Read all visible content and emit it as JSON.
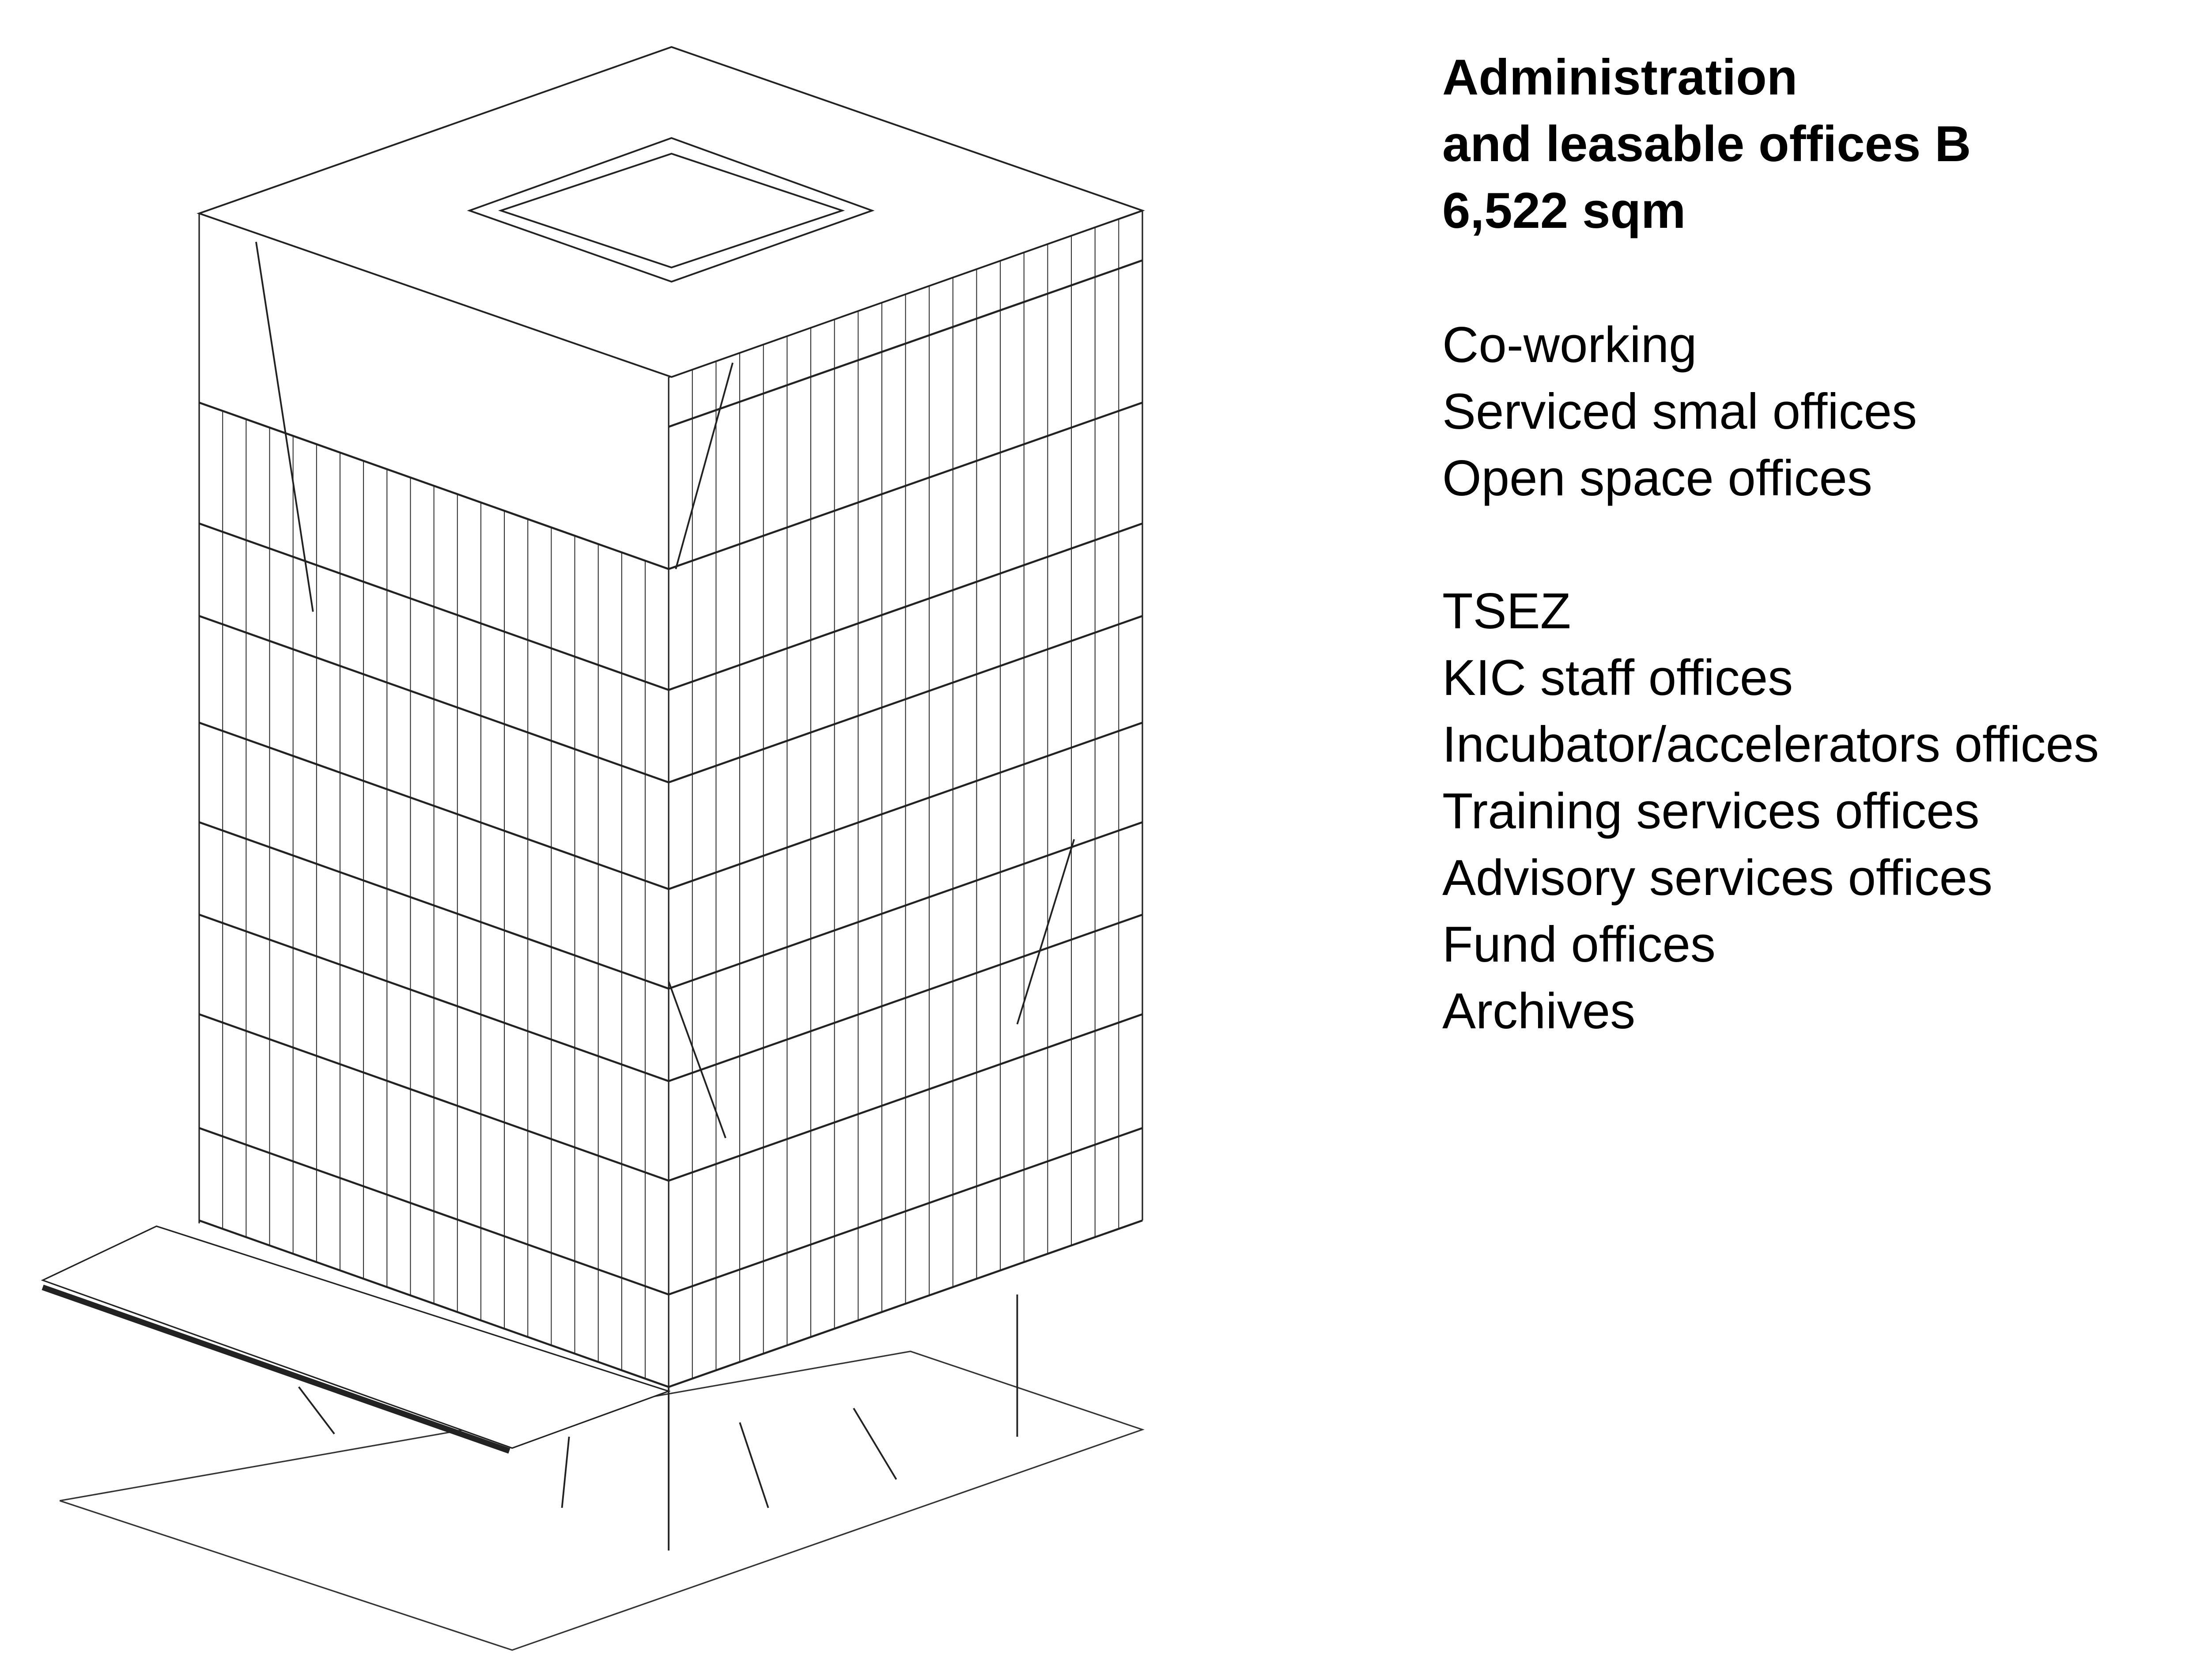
{
  "heading": {
    "lines": [
      "Administration",
      "and leasable offices B",
      "6,522 sqm"
    ]
  },
  "uses_group_1": [
    "Co-working",
    "Serviced smal offices",
    "Open space offices"
  ],
  "uses_group_2": [
    "TSEZ",
    "KIC staff offices",
    "Incubator/accelerators offices",
    "Training services offices",
    "Advisory services offices",
    "Fund offices",
    "Archives"
  ],
  "colors": {
    "line": "#1a1a1a",
    "canopy_edge": "#000000",
    "background": "#ffffff"
  }
}
